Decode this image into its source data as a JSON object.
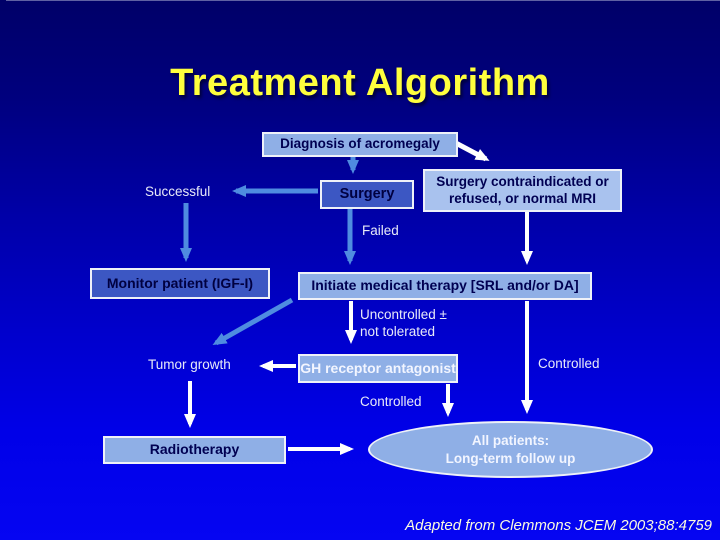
{
  "slide": {
    "title": "Treatment Algorithm",
    "footer": "Adapted from Clemmons JCEM 2003;88:4759"
  },
  "flowchart": {
    "diagnosis": "Diagnosis of acromegaly",
    "successful": "Successful",
    "surgery": "Surgery",
    "contraindicated_line1": "Surgery contraindicated or",
    "contraindicated_line2": "refused, or normal MRI",
    "failed": "Failed",
    "monitor": "Monitor patient (IGF-I)",
    "medical_therapy": "Initiate medical therapy [SRL and/or DA]",
    "uncontrolled_line1": "Uncontrolled ±",
    "uncontrolled_line2": "not tolerated",
    "tumor_growth": "Tumor growth",
    "gh_antagonist": "GH receptor antagonist",
    "controlled_right": "Controlled",
    "controlled_center": "Controlled",
    "radiotherapy": "Radiotherapy",
    "followup_line1": "All patients:",
    "followup_line2": "Long-term follow up"
  },
  "colors": {
    "background_top": "#000068",
    "background_bottom": "#0505f2",
    "title": "#ffff3d",
    "box_light": "#8fafe6",
    "box_lighter": "#a9c2ee",
    "box_medium": "#3c57c3",
    "box_border": "#eef1f8",
    "box_text_dark": "#000052",
    "label_text": "#e8eaf8",
    "arrow_blue": "#4f8ce0",
    "arrow_white": "#ffffff"
  }
}
